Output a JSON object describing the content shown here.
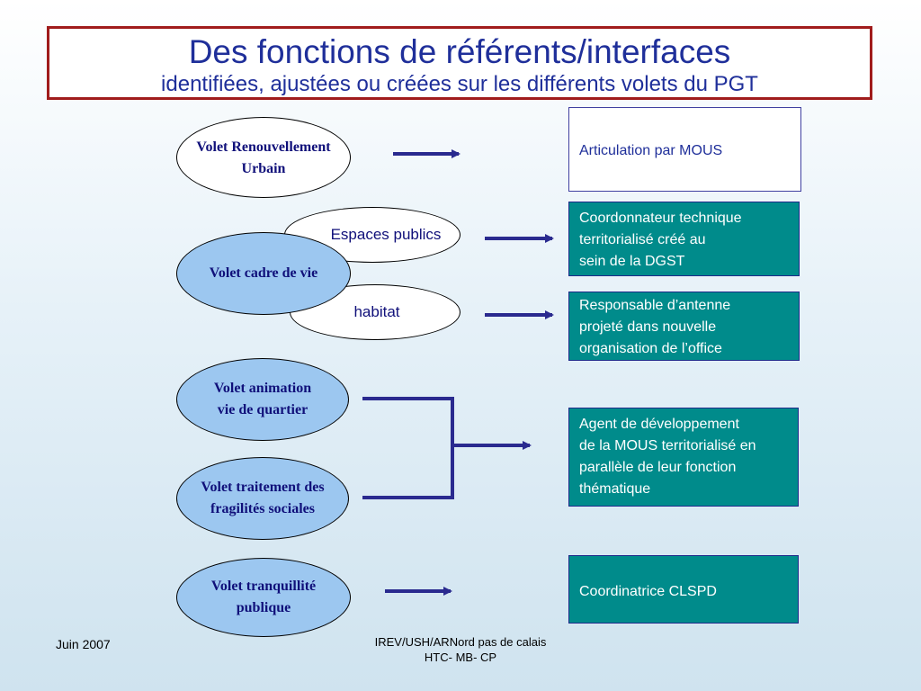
{
  "title": {
    "main": "Des fonctions de référents/interfaces",
    "subtitle": "identifiées, ajustées ou créées sur les différents volets du PGT"
  },
  "volets": {
    "renouvellement": "Volet Renouvellement\nUrbain",
    "cadre_de_vie": "Volet cadre de vie",
    "espaces_publics": "Espaces publics",
    "habitat": "habitat",
    "animation": "Volet animation\nvie de quartier",
    "fragilites": "Volet traitement des\nfragilités sociales",
    "tranquillite": "Volet tranquillité\npublique"
  },
  "referents": {
    "mous": "Articulation par MOUS",
    "coordonnateur": "Coordonnateur technique\nterritorialisé  créé au\nsein de la DGST",
    "responsable": "Responsable d’antenne\nprojeté dans nouvelle\norganisation de l’office",
    "agent": "Agent de développement\nde la MOUS territorialisé en\nparallèle de leur fonction\nthématique",
    "clspd": "Coordinatrice CLSPD"
  },
  "footer": {
    "date": "Juin 2007",
    "source_line1": "IREV/USH/ARNord pas de calais",
    "source_line2": "HTC- MB- CP"
  },
  "colors": {
    "title_border": "#a01c1c",
    "title_text": "#1f2f9a",
    "teal_box": "#008b8b",
    "oval_blue": "#9cc7f0",
    "arrow": "#2a2a8f"
  }
}
